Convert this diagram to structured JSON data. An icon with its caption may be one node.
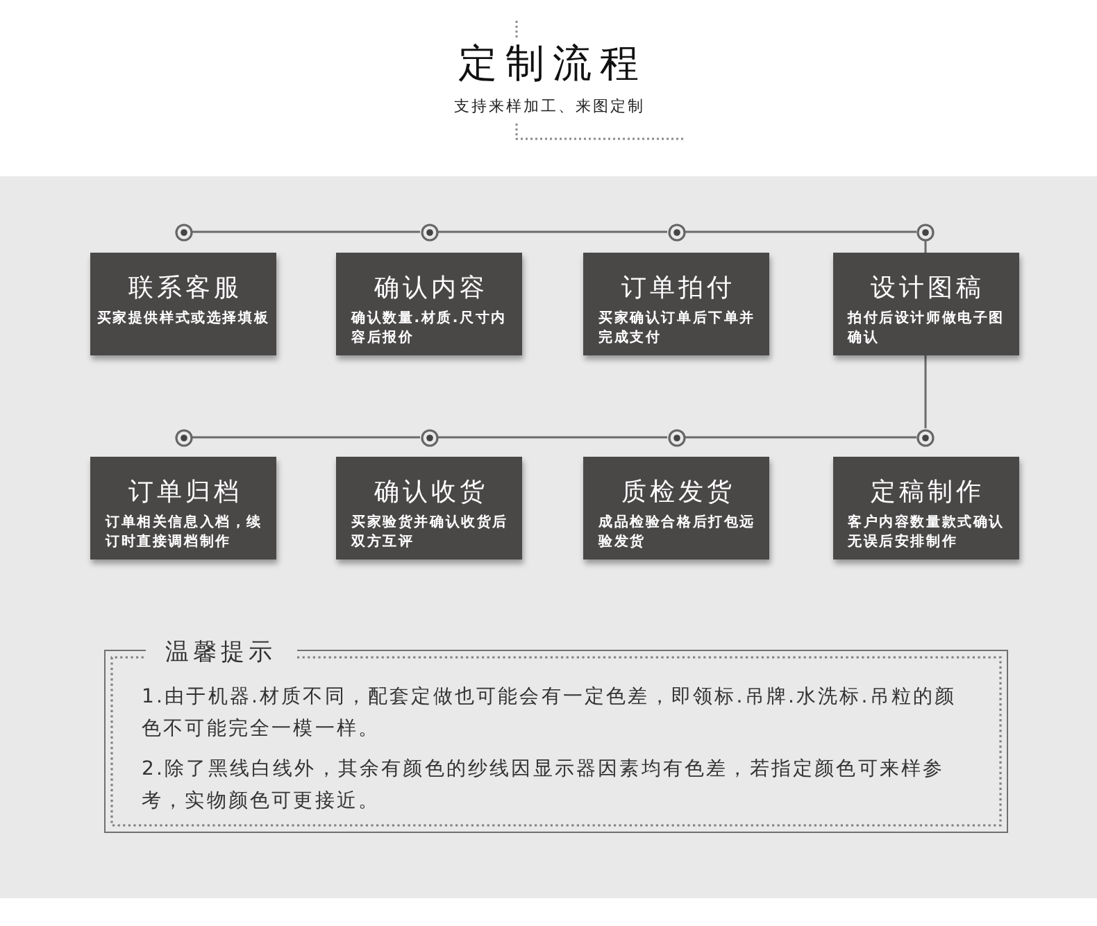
{
  "diagram": {
    "title": "定制流程",
    "nodes": [
      {
        "text": [],
        "shape": "circle"
      },
      {
        "text": [],
        "shape": "circle"
      },
      {
        "text": [],
        "shape": "circle"
      },
      {
        "text": [],
        "shape": "circle"
      },
      {
        "text": [
          "联系客服",
          "买家提供样式或选择填板"
        ]
      },
      {
        "text": [
          "确认内容",
          "确认数量.材质.尺寸内容后报价"
        ]
      },
      {
        "text": [
          "订单拍付",
          "买家确认订单后下单并完成支付"
        ]
      },
      {
        "text": [
          "设计图稿",
          "拍付后设计师做电子图确认"
        ]
      },
      {
        "text": [],
        "shape": "circle"
      },
      {
        "text": [],
        "shape": "circle"
      },
      {
        "text": [],
        "shape": "circle"
      },
      {
        "text": [],
        "shape": "circle"
      },
      {
        "text": [
          "订单归档",
          "订单相关信息入档，续订时直接调档制作"
        ]
      },
      {
        "text": [
          "确认收货",
          "买家验货并确认收货后双方互评"
        ]
      },
      {
        "text": [
          "质检发货",
          "成品检验合格后打包远验发货"
        ]
      },
      {
        "text": [
          "定稿制作",
          "客户内容数量款式确认无误后安排制作"
        ]
      },
      {
        "text": [
          "温馨提示",
          "1.由于机器.材质不同，配套定做也可能会有一定色差，即领标.吊牌.水洗标.吊粒的颜色不可能完全一模一样。",
          "2.除了黑线白线外，其余有颜色的纱线因显示器因素均有色差，若指定颜色可来样参考，实物颜色可更接近。"
        ]
      }
    ],
    "edges": [
      {
        "from": 0,
        "to": 1,
        "arrow": "none"
      },
      {
        "from": 1,
        "to": 2,
        "arrow": "none"
      },
      {
        "from": 2,
        "to": 3,
        "arrow": "none"
      },
      {
        "from": 3,
        "to": 7,
        "arrow": "none"
      },
      {
        "from": 7,
        "to": 11,
        "arrow": "none"
      },
      {
        "from": 11,
        "to": 10,
        "arrow": "none"
      },
      {
        "from": 10,
        "to": 9,
        "arrow": "none"
      },
      {
        "from": 9,
        "to": 8,
        "arrow": "none"
      }
    ],
    "labels": [
      "支持来样加工、来图定制"
    ]
  }
}
